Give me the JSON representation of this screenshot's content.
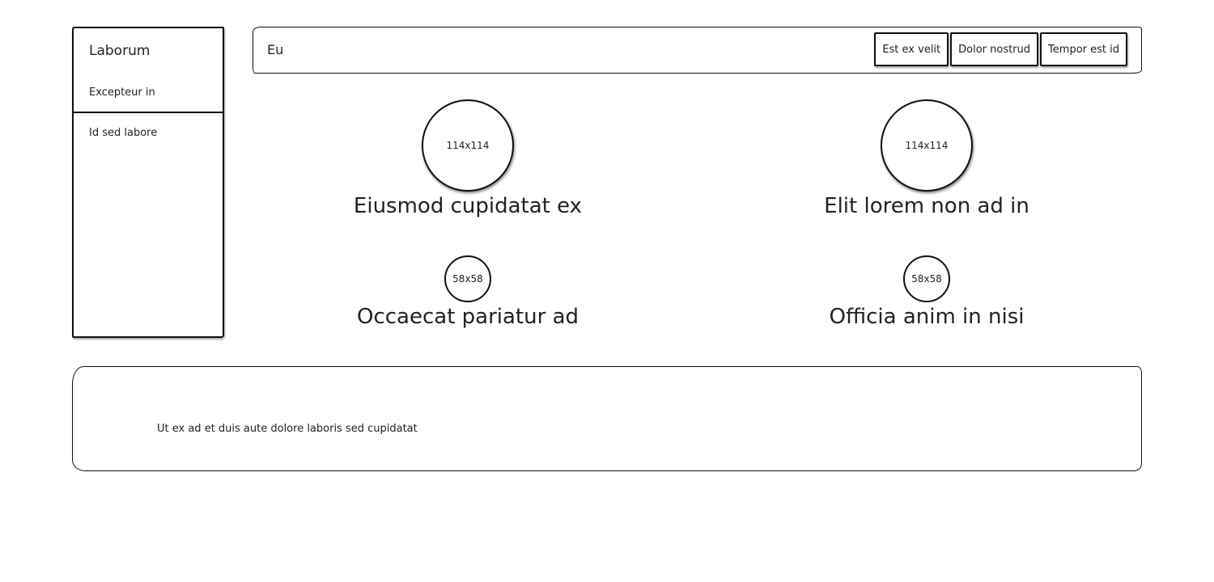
{
  "sidebar": {
    "title": "Laborum",
    "subtitle": "Excepteur in",
    "items": [
      {
        "label": "Id sed labore"
      }
    ]
  },
  "topbar": {
    "title": "Eu",
    "buttons": [
      {
        "label": "Est ex velit"
      },
      {
        "label": "Dolor nostrud"
      },
      {
        "label": "Tempor est id"
      }
    ]
  },
  "cards": [
    {
      "image_label": "114x114",
      "label": "Eiusmod cupidatat ex"
    },
    {
      "image_label": "114x114",
      "label": "Elit lorem non ad in"
    },
    {
      "image_label": "58x58",
      "label": "Occaecat pariatur ad"
    },
    {
      "image_label": "58x58",
      "label": "Officia anim in nisi"
    }
  ],
  "footer": {
    "text": "Ut ex ad et duis aute dolore laboris sed cupidatat"
  }
}
